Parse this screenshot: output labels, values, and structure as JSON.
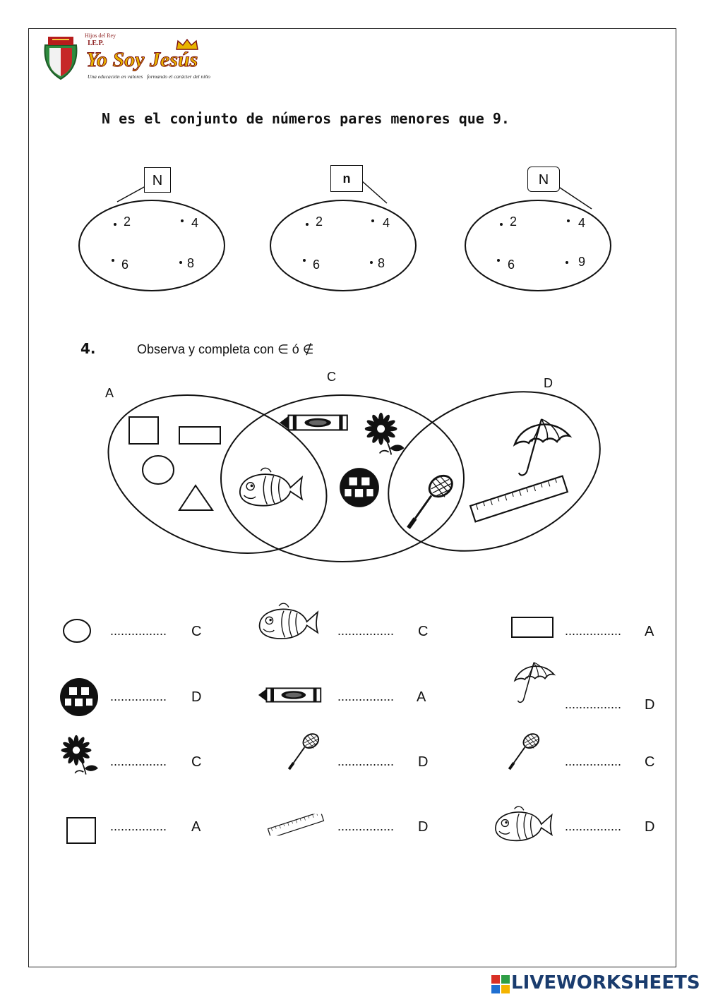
{
  "school": {
    "top_line": "Hijos del Rey",
    "iep": "I.E.P.",
    "name": "Yo Soy Jesús",
    "slogan": "Una educación en valores   formando el carácter del niño"
  },
  "exercise3": {
    "statement": "N es el conjunto de números pares menores que 9.",
    "diagrams": [
      {
        "label": "N",
        "numbers": [
          "2",
          "4",
          "6",
          "8"
        ]
      },
      {
        "label": "n",
        "numbers": [
          "2",
          "4",
          "6",
          "8"
        ]
      },
      {
        "label": "N",
        "numbers": [
          "2",
          "4",
          "6",
          "9"
        ]
      }
    ]
  },
  "exercise4": {
    "number": "4.",
    "instruction": "Observa y completa con ∈ ó ∉",
    "sets": [
      "A",
      "C",
      "D"
    ],
    "rows": [
      [
        {
          "icon": "circle-icon",
          "dots": "................",
          "set": "C"
        },
        {
          "icon": "fish-icon",
          "dots": "................",
          "set": "C"
        },
        {
          "icon": "rectangle-icon",
          "dots": "................",
          "set": "A"
        }
      ],
      [
        {
          "icon": "ball-icon",
          "dots": "................",
          "set": "D"
        },
        {
          "icon": "crayon-icon",
          "dots": "................",
          "set": "A"
        },
        {
          "icon": "umbrella-icon",
          "dots": "................",
          "set": "D"
        }
      ],
      [
        {
          "icon": "flower-icon",
          "dots": "................",
          "set": "C"
        },
        {
          "icon": "racket-icon",
          "dots": "................",
          "set": "D"
        },
        {
          "icon": "racket-icon",
          "dots": "................",
          "set": "C"
        }
      ],
      [
        {
          "icon": "square-icon",
          "dots": "................",
          "set": "A"
        },
        {
          "icon": "ruler-icon",
          "dots": "................",
          "set": "D"
        },
        {
          "icon": "fish-icon",
          "dots": "................",
          "set": "D"
        }
      ]
    ]
  },
  "footer": {
    "brand": "LIVEWORKSHEETS",
    "colors": {
      "brand": "#1a3c6e",
      "logo_red": "#d93025",
      "logo_green": "#2e9e46",
      "logo_blue": "#1f6fd1"
    }
  }
}
